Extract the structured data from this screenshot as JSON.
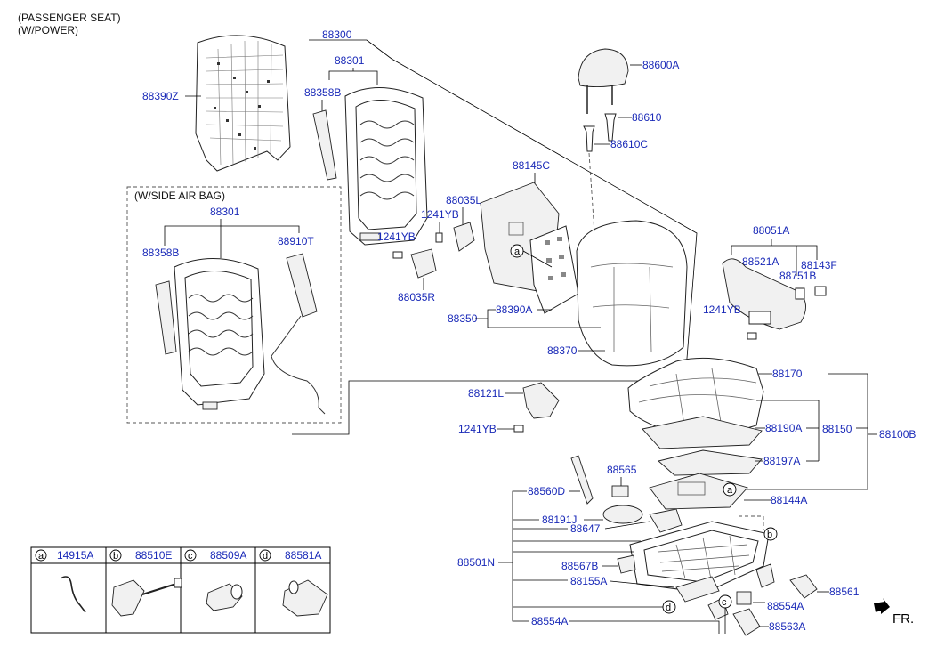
{
  "header": {
    "line1": "(PASSENGER SEAT)",
    "line2": "(W/POWER)"
  },
  "side_airbag": {
    "label": "(W/SIDE AIR BAG)"
  },
  "parts": {
    "p88300": "88300",
    "p88301": "88301",
    "p88301b": "88301",
    "p88390Z": "88390Z",
    "p88358B": "88358B",
    "p88358Bb": "88358B",
    "p88910T": "88910T",
    "p88035L": "88035L",
    "p88035R": "88035R",
    "p1241YB_a": "1241YB",
    "p1241YB_b": "1241YB",
    "p1241YB_c": "1241YB",
    "p1241YB_d": "1241YB",
    "p88145C": "88145C",
    "p88350": "88350",
    "p88390A": "88390A",
    "p88370": "88370",
    "p88600A": "88600A",
    "p88610": "88610",
    "p88610C": "88610C",
    "p88051A": "88051A",
    "p88521A": "88521A",
    "p88143F": "88143F",
    "p88751B": "88751B",
    "p88121L": "88121L",
    "p88170": "88170",
    "p88190A": "88190A",
    "p88150": "88150",
    "p88100B": "88100B",
    "p88197A": "88197A",
    "p88565": "88565",
    "p88560D": "88560D",
    "p88144A": "88144A",
    "p88191J": "88191J",
    "p88647": "88647",
    "p88501N": "88501N",
    "p88567B": "88567B",
    "p88155A": "88155A",
    "p88561": "88561",
    "p88554A": "88554A",
    "p88554Ab": "88554A",
    "p88563A": "88563A"
  },
  "markers": {
    "a": "a",
    "b": "b",
    "c": "c",
    "d": "d"
  },
  "legend": [
    {
      "letter": "a",
      "part": "14915A"
    },
    {
      "letter": "b",
      "part": "88510E"
    },
    {
      "letter": "c",
      "part": "88509A"
    },
    {
      "letter": "d",
      "part": "88581A"
    }
  ],
  "direction": {
    "label": "FR."
  }
}
